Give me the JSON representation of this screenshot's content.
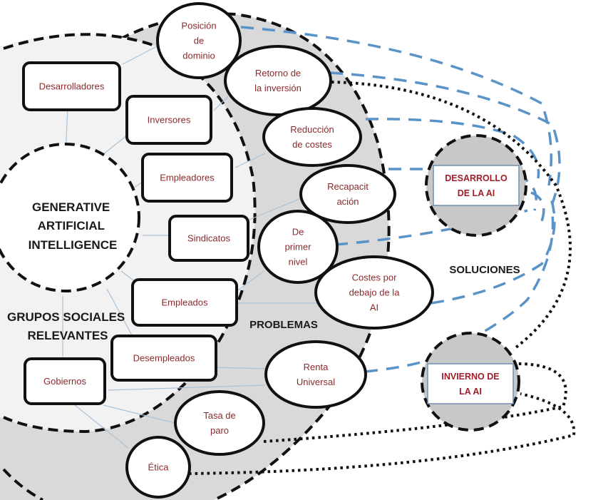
{
  "colors": {
    "node_text": "#8b2a2e",
    "solution_text": "#a01e2a",
    "blue_link": "#5a93c8",
    "problem_zone": "#d9d9d9",
    "group_zone": "#f2f2f2",
    "solution_fill": "#c8c8c8",
    "connector": "#a9c2d8"
  },
  "headings": {
    "core": [
      "GENERATIVE",
      "ARTIFICIAL",
      "INTELLIGENCE"
    ],
    "groups": [
      "GRUPOS SOCIALES",
      "RELEVANTES"
    ],
    "problems": "PROBLEMAS",
    "solutions": "SOLUCIONES"
  },
  "groups": [
    {
      "id": "desarrolladores",
      "lines": [
        "Desarrolladores"
      ]
    },
    {
      "id": "inversores",
      "lines": [
        "Inversores"
      ]
    },
    {
      "id": "empleadores",
      "lines": [
        "Empleadores"
      ]
    },
    {
      "id": "sindicatos",
      "lines": [
        "Sindicatos"
      ]
    },
    {
      "id": "empleados",
      "lines": [
        "Empleados"
      ]
    },
    {
      "id": "desempleados",
      "lines": [
        "Desempleados"
      ]
    },
    {
      "id": "gobiernos",
      "lines": [
        "Gobiernos"
      ]
    }
  ],
  "problems": [
    {
      "id": "posicion-dominio",
      "lines": [
        "Posición",
        "de",
        "dominio"
      ]
    },
    {
      "id": "retorno-inversion",
      "lines": [
        "Retorno de",
        "la inversión"
      ]
    },
    {
      "id": "reduccion-costes",
      "lines": [
        "Reducción",
        "de costes"
      ]
    },
    {
      "id": "recapacitacion",
      "lines": [
        "Recapacit",
        "ación"
      ]
    },
    {
      "id": "primer-nivel",
      "lines": [
        "De",
        "primer",
        "nivel"
      ]
    },
    {
      "id": "costes-debajo",
      "lines": [
        "Costes por",
        "debajo de la",
        "AI"
      ]
    },
    {
      "id": "renta-universal",
      "lines": [
        "Renta",
        "Universal"
      ]
    },
    {
      "id": "tasa-paro",
      "lines": [
        "Tasa de",
        "paro"
      ]
    },
    {
      "id": "etica",
      "lines": [
        "Ética"
      ]
    }
  ],
  "solutions": [
    {
      "id": "desarrollo-ai",
      "lines": [
        "DESARROLLO",
        "DE LA AI"
      ]
    },
    {
      "id": "invierno-ai",
      "lines": [
        "INVIERNO DE",
        "LA AI"
      ]
    }
  ],
  "links": {
    "to_desarrollo": [
      "posicion-dominio",
      "retorno-inversion",
      "reduccion-costes",
      "recapacitacion",
      "primer-nivel",
      "costes-debajo",
      "renta-universal"
    ],
    "to_invierno": [
      "retorno-inversion",
      "tasa-paro",
      "etica"
    ]
  }
}
